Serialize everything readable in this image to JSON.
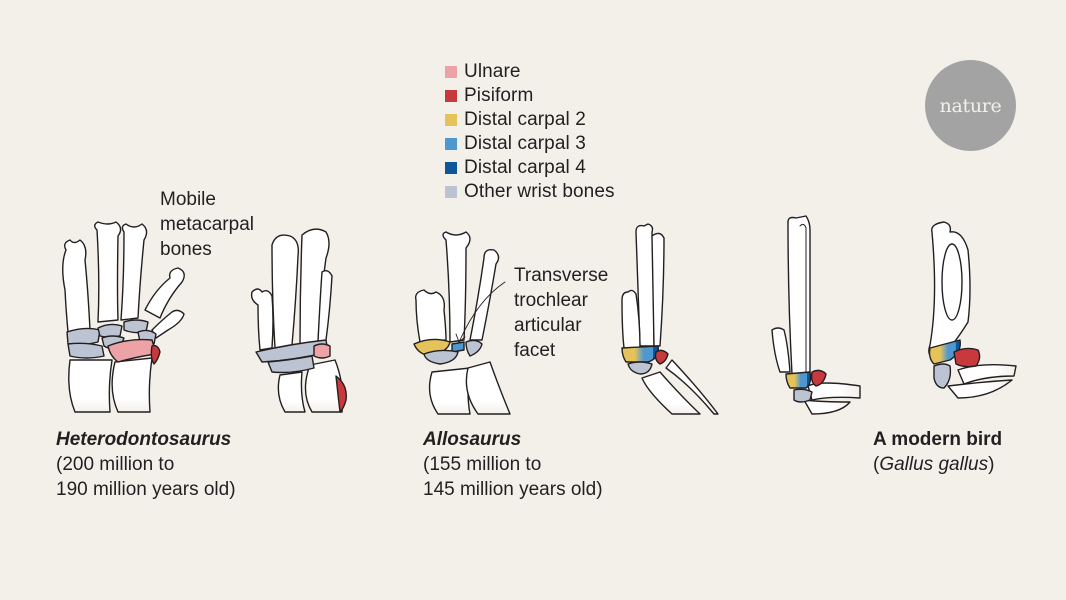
{
  "legend": {
    "items": [
      {
        "label": "Ulnare",
        "color": "#eda3a6"
      },
      {
        "label": "Pisiform",
        "color": "#c8393e"
      },
      {
        "label": "Distal carpal 2",
        "color": "#e6c35a"
      },
      {
        "label": "Distal carpal 3",
        "color": "#4f97d0"
      },
      {
        "label": "Distal carpal 4",
        "color": "#0f559a"
      },
      {
        "label": "Other wrist bones",
        "color": "#bcc3d2"
      }
    ]
  },
  "logo": {
    "text": "nature"
  },
  "annotations": {
    "mobile": [
      "Mobile",
      "metacarpal",
      "bones"
    ],
    "facet": [
      "Transverse",
      "trochlear",
      "articular",
      "facet"
    ]
  },
  "captions": {
    "heterodontosaurus": {
      "name": "Heterodontosaurus",
      "line1": "(200 million to",
      "line2": "190 million years old)"
    },
    "allosaurus": {
      "name": "Allosaurus",
      "line1": "(155 million to",
      "line2": "145 million years old)"
    },
    "bird": {
      "title": "A modern bird",
      "paren_open": "(",
      "species": "Gallus gallus",
      "paren_close": ")"
    }
  }
}
